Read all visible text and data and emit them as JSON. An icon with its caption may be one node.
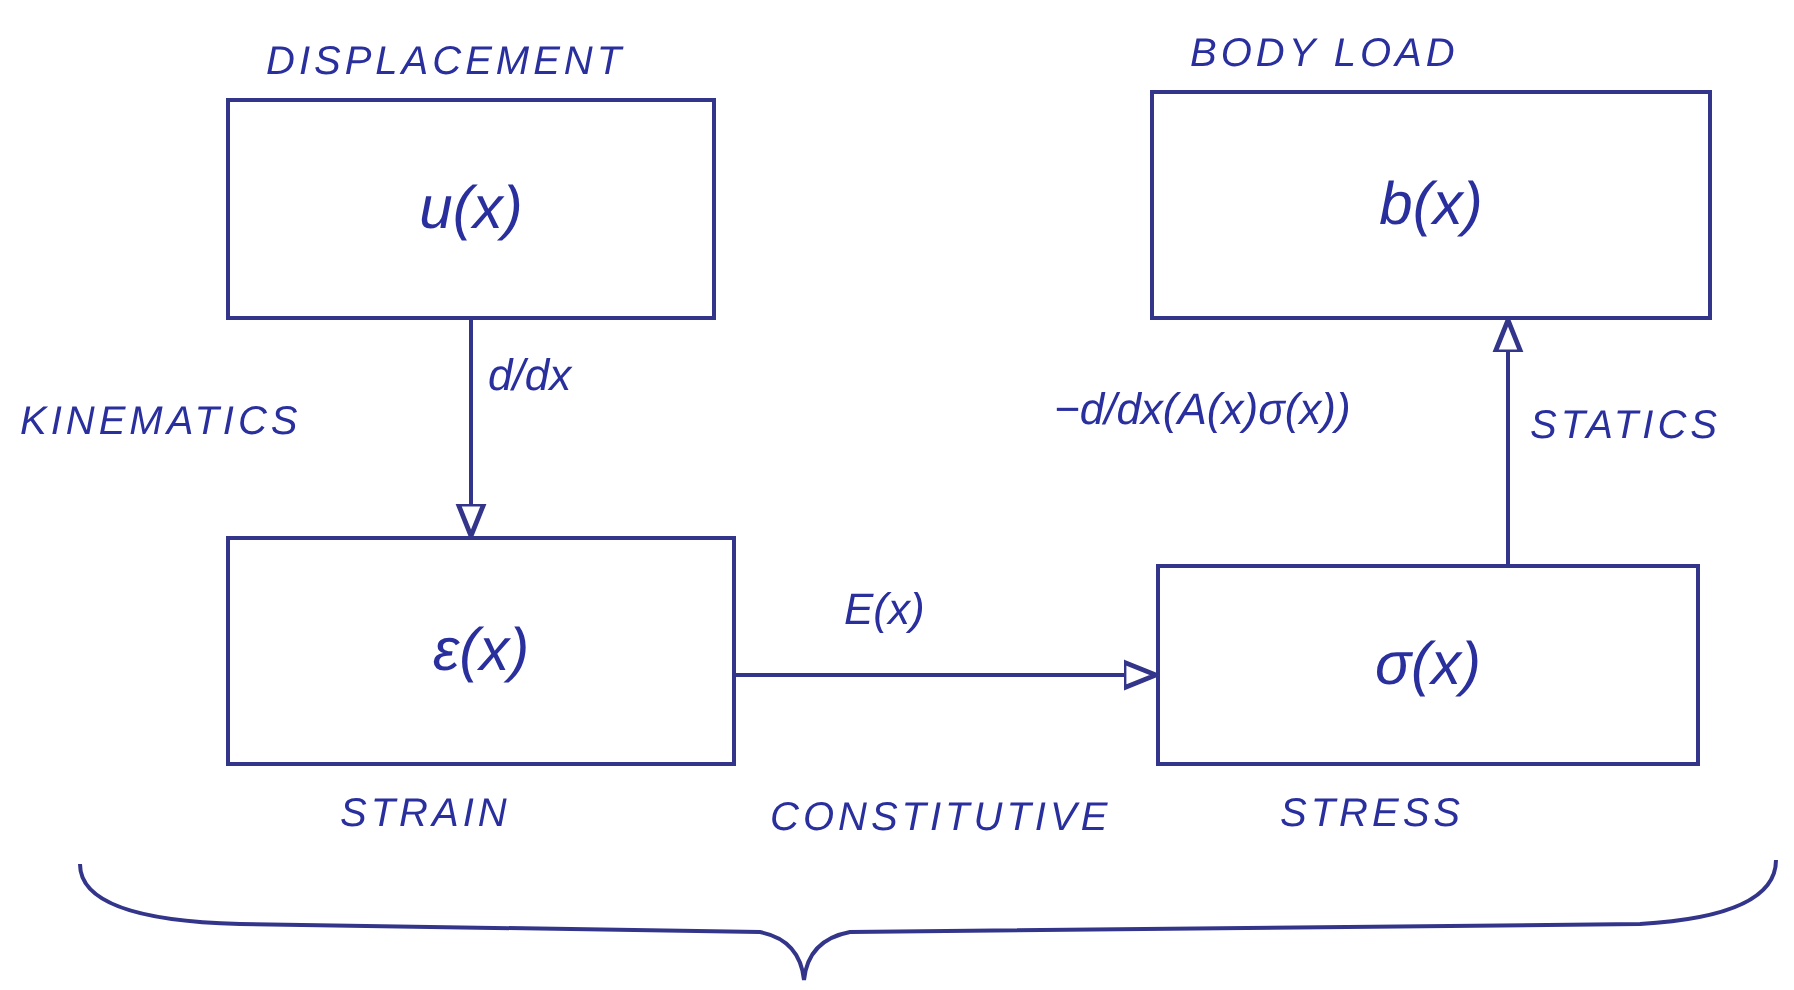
{
  "diagram": {
    "nodes": [
      {
        "text": [
          "DISPLACEMENT",
          "u(x)"
        ]
      },
      {
        "text": [
          "BODY LOAD",
          "b(x)"
        ]
      },
      {
        "text": [
          "ε(x)"
        ],
        "beside": [
          "STRAIN"
        ]
      },
      {
        "text": [
          "σ(x)"
        ],
        "beside": [
          "STRESS"
        ]
      }
    ],
    "edges": [
      {
        "from": 0,
        "to": 2,
        "arrow": "to",
        "label": "d/dx"
      },
      {
        "from": 2,
        "to": 3,
        "arrow": "to",
        "label": "E(x)"
      },
      {
        "from": 3,
        "to": 1,
        "arrow": "to",
        "label": "−d/dx(A(x)σ(x))"
      }
    ],
    "labels": [
      "KINEMATICS",
      "STATICS",
      "CONSTITUTIVE"
    ]
  }
}
